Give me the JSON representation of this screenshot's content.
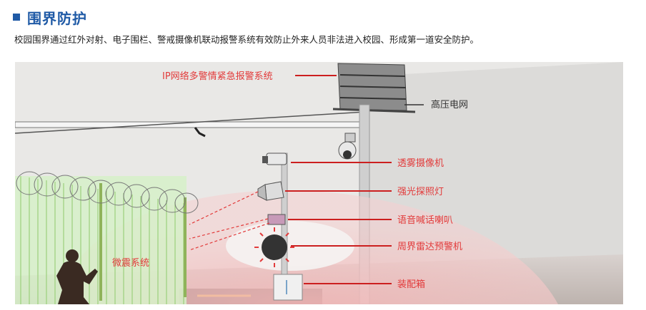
{
  "header": {
    "title": "围界防护",
    "description": "校园围界通过红外对射、电子围栏、警戒摄像机联动报警系统有效防止外来人员非法进入校园、形成第一道安全防护。"
  },
  "diagram": {
    "labels": {
      "ip_alarm": "IP网络多警情紧急报警系统",
      "high_voltage": "高压电网",
      "fog_camera": "透雾摄像机",
      "searchlight": "强光探照灯",
      "speaker": "语音喊话喇叭",
      "radar": "周界雷达预警机",
      "cabinet": "装配箱",
      "vibration": "微震系统"
    },
    "colors": {
      "accent": "#1f5aa6",
      "label_red": "#e23b3b",
      "line_red": "#cc1f1f"
    }
  }
}
